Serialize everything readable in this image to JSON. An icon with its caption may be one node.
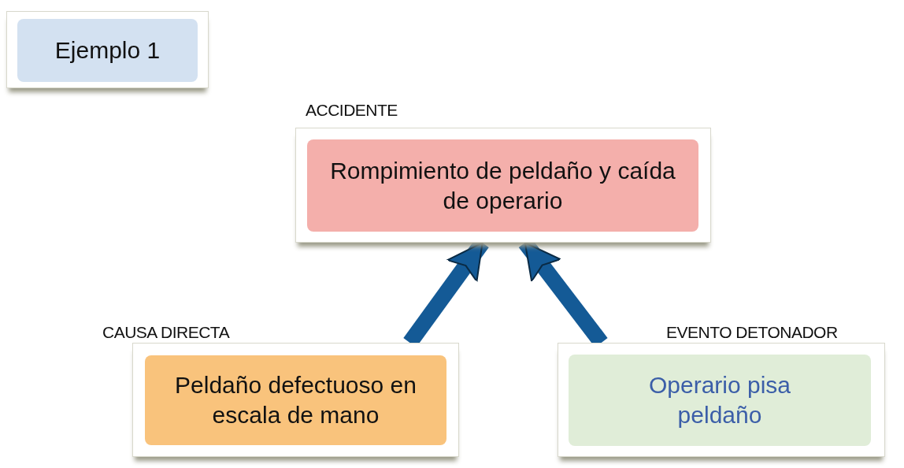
{
  "diagram": {
    "nodes": [
      {
        "text": [
          "Ejemplo 1"
        ]
      },
      {
        "text": [
          "ACCIDENTE",
          "Rompimiento de peldaño y caída de operario"
        ]
      },
      {
        "text": [
          "CAUSA DIRECTA",
          "Peldaño defectuoso en escala de mano"
        ]
      },
      {
        "text": [
          "EVENTO DETONADOR",
          "Operario pisa peldaño"
        ]
      }
    ],
    "edges": [
      {
        "from": 2,
        "to": 1,
        "arrow": "to"
      },
      {
        "from": 3,
        "to": 1,
        "arrow": "to"
      }
    ]
  }
}
